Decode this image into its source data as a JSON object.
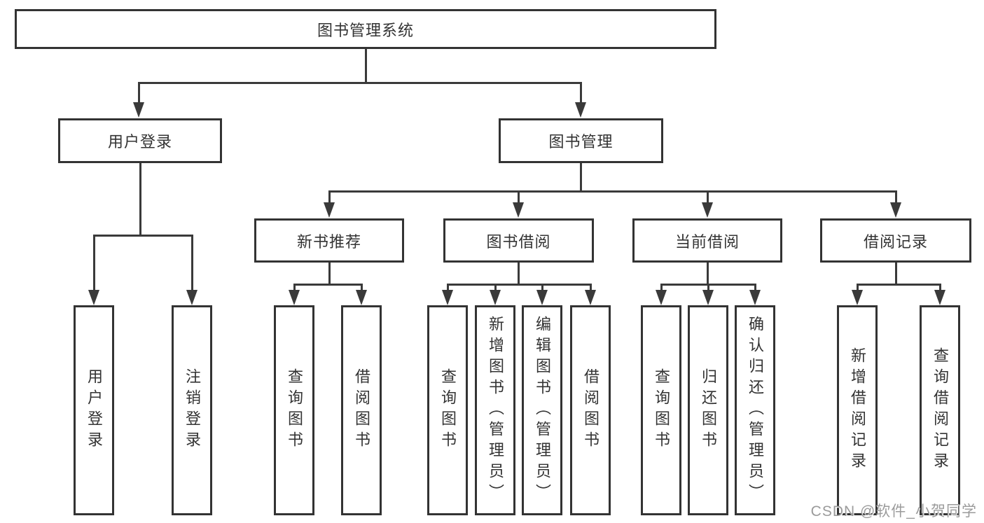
{
  "colors": {
    "background": "#ffffff",
    "box_border": "#333333",
    "box_fill": "#ffffff",
    "line": "#3a3a3a",
    "text": "#333333",
    "watermark_text": "#9b9b9b"
  },
  "diagram": {
    "root": {
      "label": "图书管理系统"
    },
    "level2": [
      {
        "label": "用户登录"
      },
      {
        "label": "图书管理"
      }
    ],
    "level3": [
      {
        "label": "新书推荐"
      },
      {
        "label": "图书借阅"
      },
      {
        "label": "当前借阅"
      },
      {
        "label": "借阅记录"
      }
    ],
    "leaves": {
      "user_login": [
        "用户登录",
        "注销登录"
      ],
      "new_book": [
        "查询图书",
        "借阅图书"
      ],
      "book_borrow": [
        "查询图书",
        "新增图书（管理员）",
        "编辑图书（管理员）",
        "借阅图书"
      ],
      "current_borrow": [
        "查询图书",
        "归还图书",
        "确认归还（管理员）"
      ],
      "borrow_records": [
        "新增借阅记录",
        "查询借阅记录"
      ]
    }
  },
  "watermark": {
    "text": "CSDN @软件_小贺同学"
  }
}
